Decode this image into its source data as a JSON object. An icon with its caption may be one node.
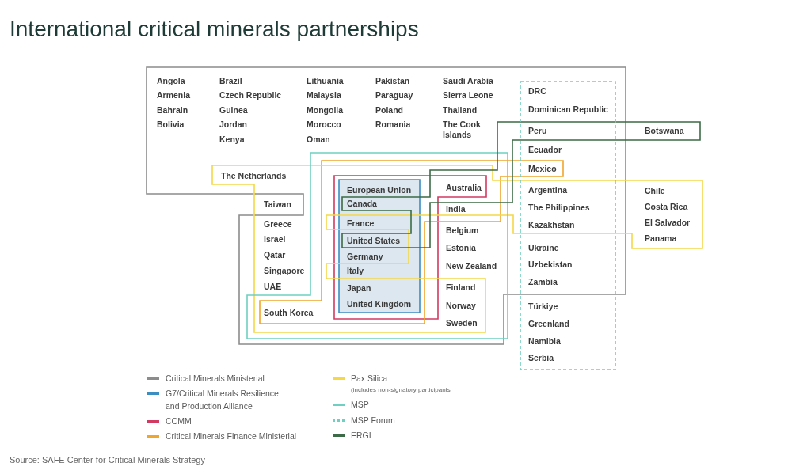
{
  "diagram": {
    "title": "International critical minerals partnerships",
    "caption": "Source: SAFE Center for Critical Minerals Strategy",
    "labels": [
      "Angola",
      "Armenia",
      "Bahrain",
      "Bolivia",
      "Brazil",
      "Czech Republic",
      "Guinea",
      "Jordan",
      "Kenya",
      "Lithuania",
      "Malaysia",
      "Mongolia",
      "Morocco",
      "Oman",
      "Pakistan",
      "Paraguay",
      "Poland",
      "Romania",
      "Saudi Arabia",
      "Sierra Leone",
      "Thailand",
      "The Cook Islands",
      "The Netherlands",
      "Taiwan",
      "Greece",
      "Israel",
      "Qatar",
      "Singapore",
      "UAE",
      "South Korea",
      "European Union",
      "Canada",
      "France",
      "United States",
      "Germany",
      "Italy",
      "Japan",
      "United Kingdom",
      "Australia",
      "India",
      "Belgium",
      "Estonia",
      "New Zealand",
      "Finland",
      "Norway",
      "Sweden",
      "DRC",
      "Dominican Republic",
      "Peru",
      "Ecuador",
      "Mexico",
      "Argentina",
      "The Philippines",
      "Kazakhstan",
      "Ukraine",
      "Uzbekistan",
      "Zambia",
      "Türkiye",
      "Greenland",
      "Namibia",
      "Serbia",
      "Botswana",
      "Chile",
      "Costa Rica",
      "El Salvador",
      "Panama",
      "(includes non-signatory participants"
    ],
    "legend": [
      {
        "text": "Critical Minerals Ministerial"
      },
      {
        "text": "G7/Critical Minerals Resilience and Production Alliance"
      },
      {
        "text": "CCMM"
      },
      {
        "text": "Critical Minerals Finance Ministerial"
      },
      {
        "text": "Pax Silica"
      },
      {
        "text": "MSP"
      },
      {
        "text": "MSP Forum"
      },
      {
        "text": "ERGI"
      }
    ]
  }
}
